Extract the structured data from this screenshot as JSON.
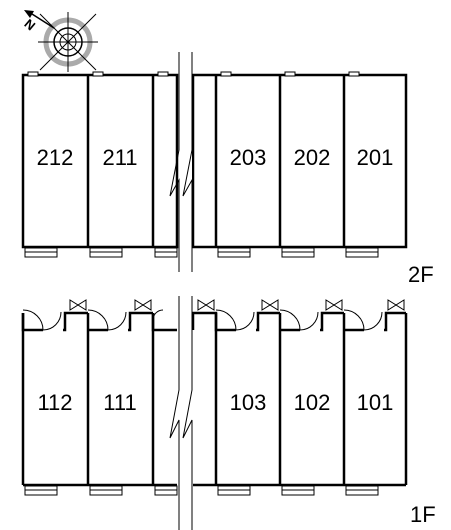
{
  "compass": {
    "north_label": "N",
    "icon": "compass-rose-icon"
  },
  "floors": [
    {
      "label": "2F",
      "rooms": [
        "212",
        "211",
        "203",
        "202",
        "201"
      ]
    },
    {
      "label": "1F",
      "rooms": [
        "112",
        "111",
        "103",
        "102",
        "101"
      ]
    }
  ]
}
